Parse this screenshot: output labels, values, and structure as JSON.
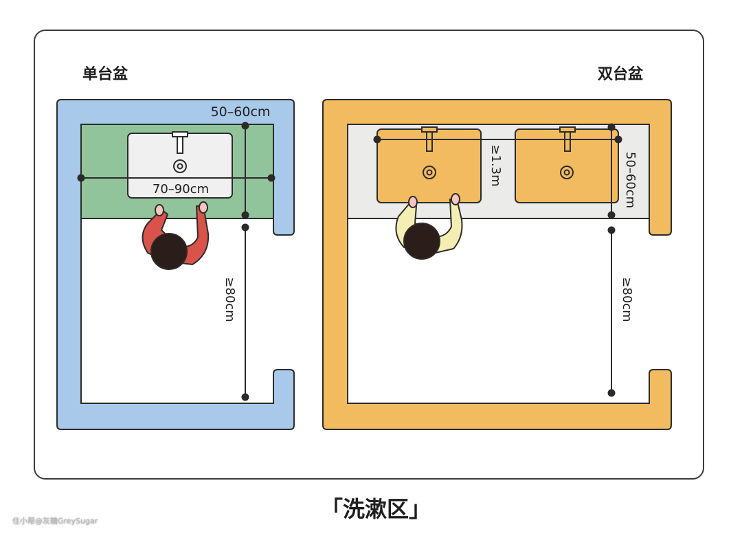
{
  "left_panel": {
    "title": "单台盆",
    "depth_label": "50–60cm",
    "width_label": "70–90cm",
    "clearance_label": "≥80cm"
  },
  "right_panel": {
    "title": "双台盆",
    "width_label": "≥1.3m",
    "depth_label": "50–60cm",
    "clearance_label": "≥80cm"
  },
  "caption": "「洗漱区」",
  "watermark": "住小帮@灰糖GreySugar",
  "colors": {
    "left_wall": "#a8c9e9",
    "left_counter": "#92c49c",
    "right_wall": "#f3bb5f",
    "right_counter": "#ebebe9",
    "outline": "#2b2b2b"
  }
}
